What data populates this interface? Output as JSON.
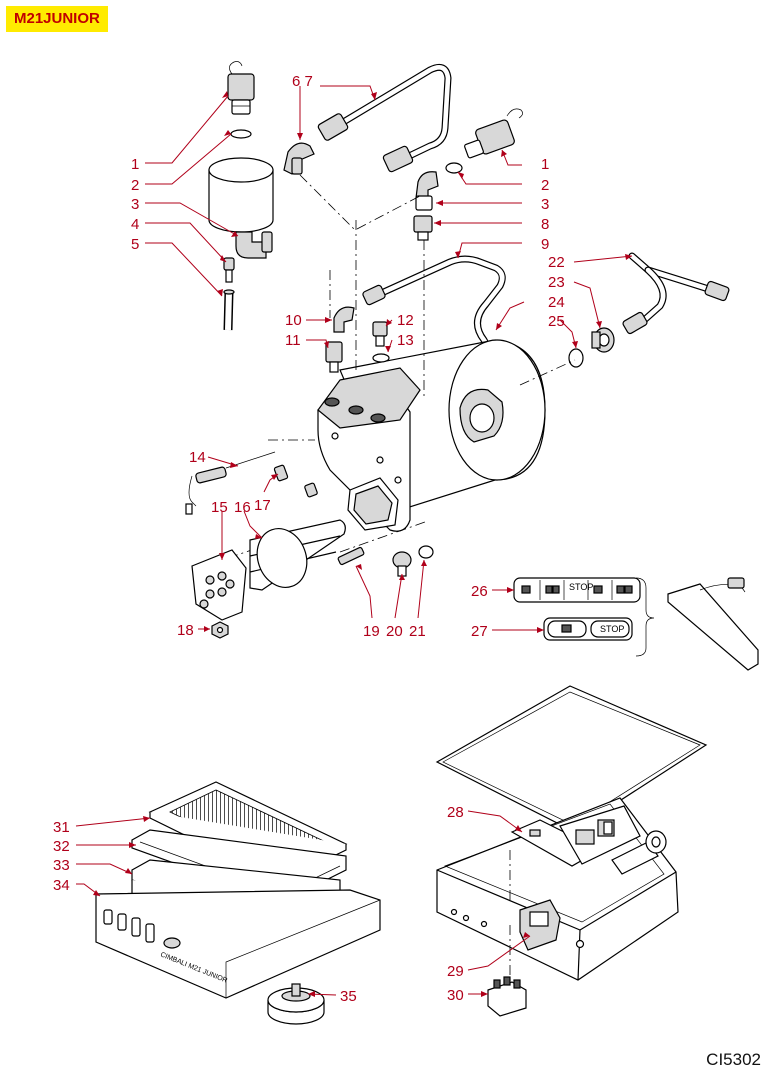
{
  "header": {
    "model": "M21JUNIOR"
  },
  "footer": {
    "code": "CI5302"
  },
  "panel": {
    "stop_label": "STOP",
    "stop_small": "STOP"
  },
  "brand": {
    "label": "CIMBALI M21 JUNIOR"
  },
  "callouts": {
    "c1a": "1",
    "c2a": "2",
    "c3a": "3",
    "c4": "4",
    "c5": "5",
    "c67": "6 7",
    "c1b": "1",
    "c2b": "2",
    "c3b": "3",
    "c8": "8",
    "c9": "9",
    "c10": "10",
    "c11": "11",
    "c12": "12",
    "c13": "13",
    "c22": "22",
    "c23": "23",
    "c24": "24",
    "c25": "25",
    "c14": "14",
    "c15": "15",
    "c16": "16",
    "c17": "17",
    "c18": "18",
    "c19": "19",
    "c20": "20",
    "c21": "21",
    "c26": "26",
    "c27": "27",
    "c28": "28",
    "c29": "29",
    "c30": "30",
    "c31": "31",
    "c32": "32",
    "c33": "33",
    "c34": "34",
    "c35": "35"
  },
  "colors": {
    "callout": "#b0001a",
    "badge": "#ffeb00"
  }
}
